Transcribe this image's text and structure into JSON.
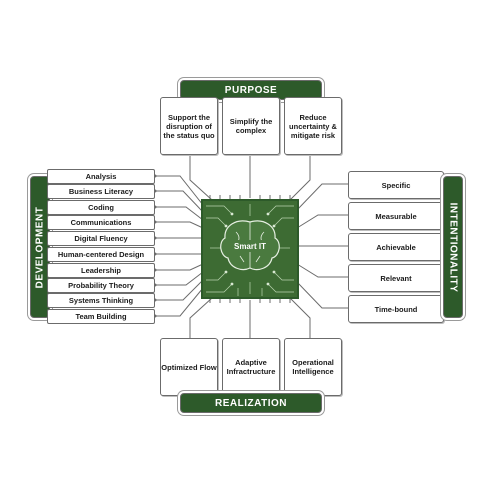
{
  "purpose": {
    "title": "PURPOSE",
    "items": [
      "Support the disruption of the status quo",
      "Simplify the complex",
      "Reduce uncertainty & mitigate risk"
    ]
  },
  "realization": {
    "title": "REALIZATION",
    "items": [
      "Optimized Flow",
      "Adaptive Infractructure",
      "Operational Intelligence"
    ]
  },
  "development": {
    "title": "DEVELOPMENT",
    "items": [
      "Analysis",
      "Business Literacy",
      "Coding",
      "Communications",
      "Digital Fluency",
      "Human-centered Design",
      "Leadership",
      "Probability Theory",
      "Systems Thinking",
      "Team Building"
    ]
  },
  "intentionality": {
    "title": "INTENTIONALITY",
    "items": [
      "Specific",
      "Measurable",
      "Achievable",
      "Relevant",
      "Time-bound"
    ]
  },
  "center": {
    "label": "Smart IT"
  },
  "colors": {
    "green": "#2d5a2a",
    "chip": "#3d6b33",
    "border": "#6b6b6b"
  }
}
